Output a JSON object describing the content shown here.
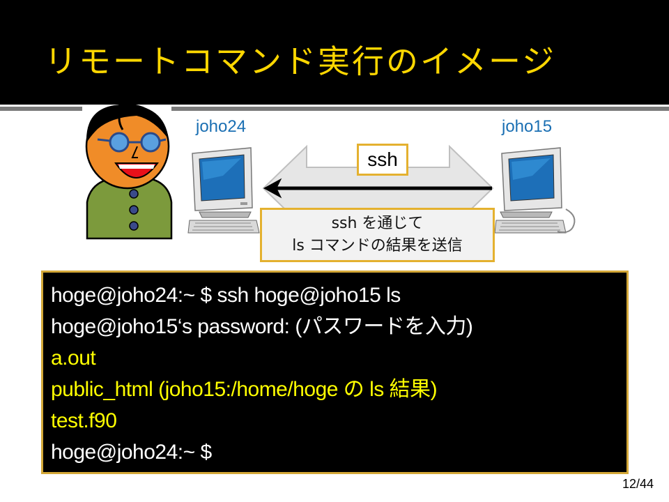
{
  "slide": {
    "title": "リモートコマンド実行のイメージ",
    "page": "12/44"
  },
  "diagram": {
    "local_host": "joho24",
    "remote_host": "joho15",
    "protocol": "ssh",
    "note_line1": "ssh を通じて",
    "note_line2": "ls コマンドの結果を送信"
  },
  "terminal": {
    "lines": [
      "hoge@joho24:~ $ ssh  hoge@joho15  ls",
      "hoge@joho15‘s  password: (パスワードを入力)",
      "a.out",
      "public_html    (joho15:/home/hoge の ls 結果)",
      "test.f90",
      "hoge@joho24:~ $"
    ]
  },
  "colors": {
    "title": "#ffd700",
    "host_label": "#1a6fb3",
    "terminal_output": "#ffff00",
    "callout_border": "#e4b12f"
  }
}
